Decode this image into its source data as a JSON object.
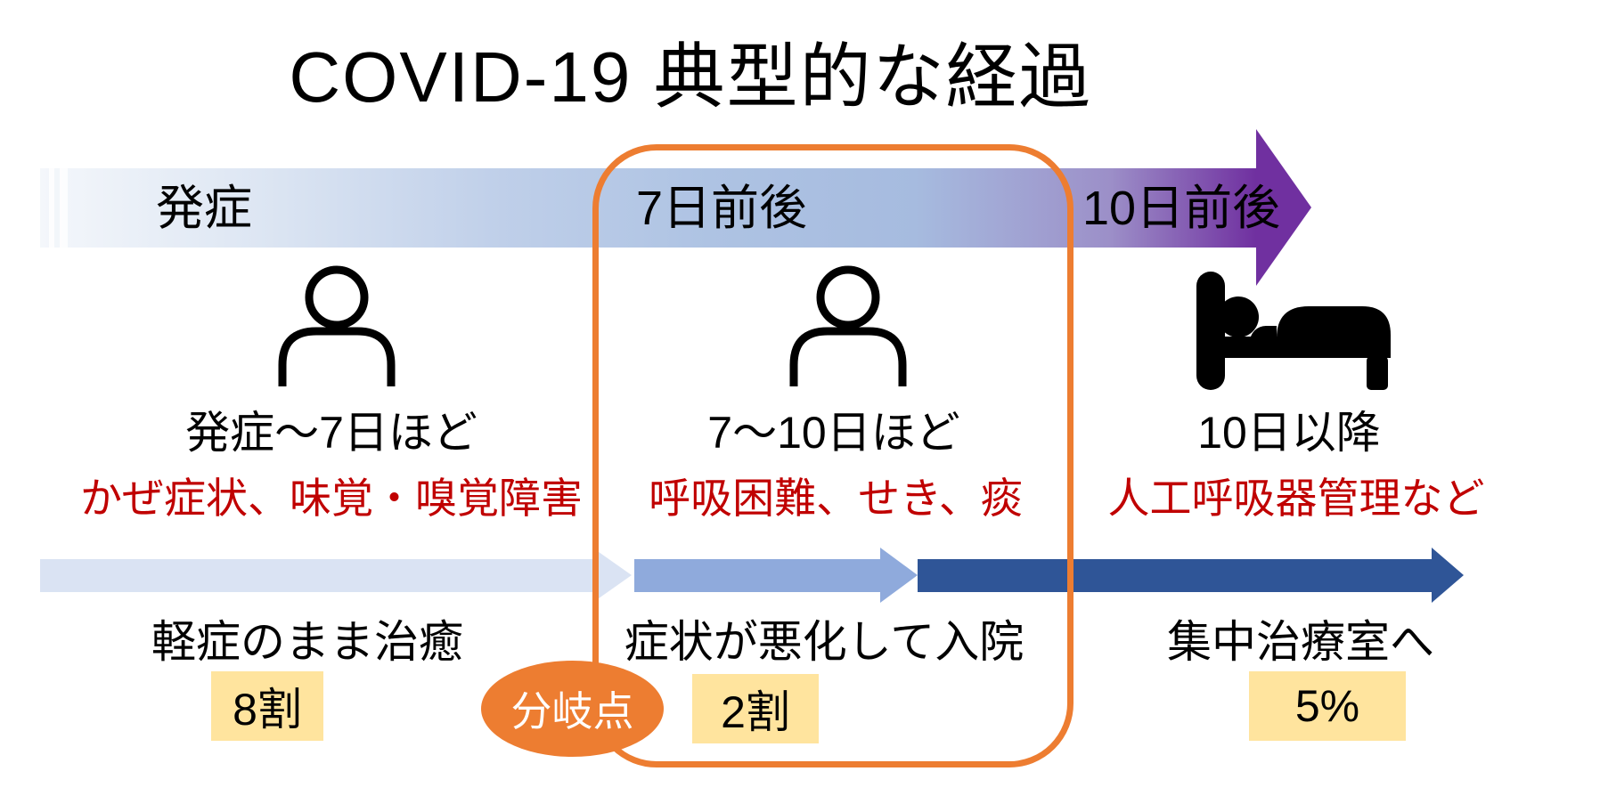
{
  "title": "COVID-19 典型的な経過",
  "timeline_arrow": {
    "stage_labels": [
      "発症",
      "7日前後",
      "10日前後"
    ]
  },
  "columns": [
    {
      "icon": "person-outline-icon",
      "period": "発症〜7日ほど",
      "symptoms": "かぜ症状、味覚・嗅覚障害",
      "outcome": "軽症のまま治癒",
      "proportion": "8割"
    },
    {
      "icon": "person-outline-icon",
      "period": "7〜10日ほど",
      "symptoms": "呼吸困難、せき、痰",
      "outcome": "症状が悪化して入院",
      "proportion": "2割"
    },
    {
      "icon": "hospital-bed-icon",
      "period": "10日以降",
      "symptoms": "人工呼吸器管理など",
      "outcome": "集中治療室へ",
      "proportion": "5%"
    }
  ],
  "branch_point_label": "分岐点",
  "colors": {
    "symptom_text_red": "#C00000",
    "highlight_orange": "#ED7D31",
    "badge_background": "#FFE49E",
    "arrow_purple_end": "#7030A0",
    "lower_arrow_light": "#DAE3F3",
    "lower_arrow_medium": "#8FAADC",
    "lower_arrow_dark": "#2F5597"
  }
}
